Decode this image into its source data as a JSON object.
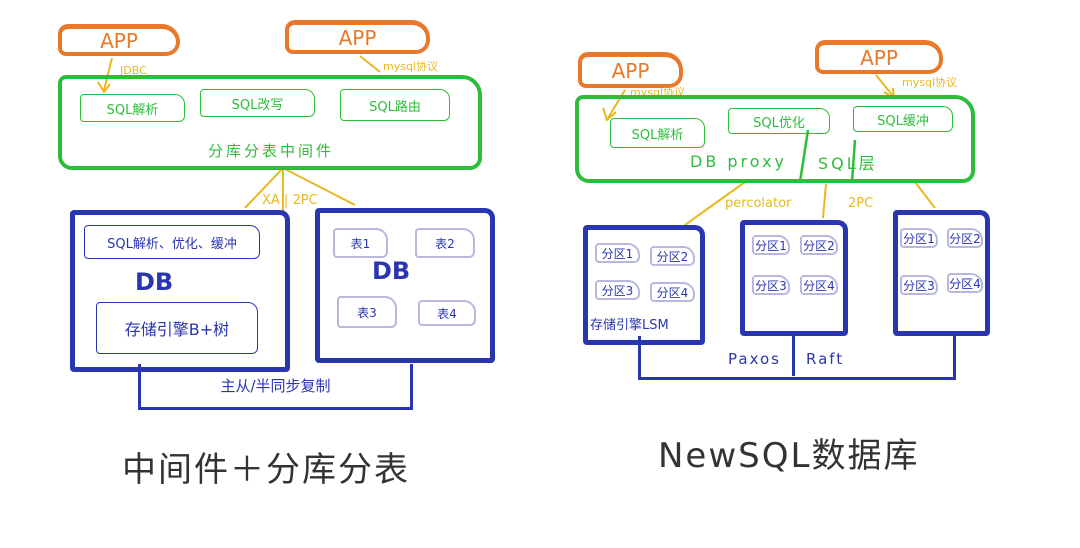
{
  "colors": {
    "app": "#E8782A",
    "proxy": "#2EBD3A",
    "db": "#2A35B0",
    "link": "#E9B820",
    "table": "#B8B8DC"
  },
  "left": {
    "apps": [
      "APP",
      "APP"
    ],
    "jdbc_label": "JDBC",
    "mysql_label": "mysql协议",
    "middleware_modules": [
      "SQL解析",
      "SQL改写",
      "SQL路由"
    ],
    "middleware_label": "分库分表中间件",
    "txn_label": "XA | 2PC",
    "db1": {
      "sql_layer": "SQL解析、优化、缓冲",
      "title": "DB",
      "storage": "存储引擎B+树"
    },
    "db2": {
      "title": "DB",
      "tables": [
        "表1",
        "表2",
        "表3",
        "表4"
      ]
    },
    "replication_label": "主从/半同步复制",
    "caption": "中间件＋分库分表"
  },
  "right": {
    "apps": [
      "APP",
      "APP"
    ],
    "mysql_label_left": "mysql协议",
    "mysql_label_right": "mysql协议",
    "proxy_modules": [
      "SQL解析",
      "SQL优化",
      "SQL缓冲"
    ],
    "proxy_label": "DB proxy",
    "sql_layer_label": "SQL层",
    "percolator_label": "percolator",
    "twopc_label": "2PC",
    "nodes": [
      {
        "regions": [
          "分区1",
          "分区2",
          "分区3",
          "分区4"
        ],
        "storage": "存储引擎LSM"
      },
      {
        "regions": [
          "分区1",
          "分区2",
          "分区3",
          "分区4"
        ]
      },
      {
        "regions": [
          "分区1",
          "分区2",
          "分区3",
          "分区4"
        ]
      }
    ],
    "consensus": [
      "Paxos",
      "Raft"
    ],
    "caption": "NewSQL数据库"
  }
}
